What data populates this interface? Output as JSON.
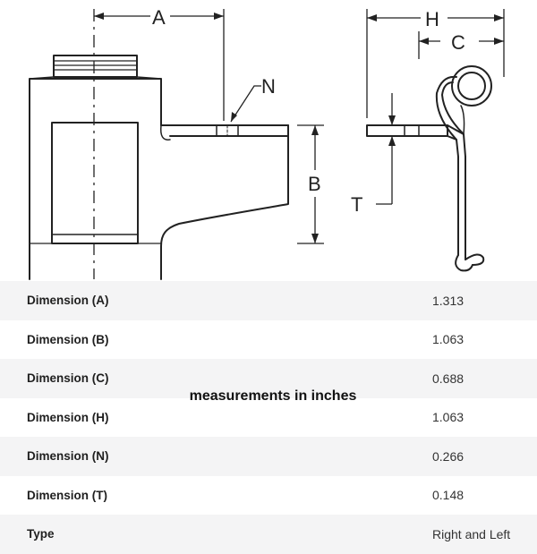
{
  "drawing": {
    "labels": [
      "A",
      "N",
      "B",
      "H",
      "C",
      "T"
    ]
  },
  "note": "measurements in inches",
  "rows": [
    {
      "label": "Dimension (A)",
      "value": "1.313"
    },
    {
      "label": "Dimension (B)",
      "value": "1.063"
    },
    {
      "label": "Dimension (C)",
      "value": "0.688"
    },
    {
      "label": "Dimension (H)",
      "value": "1.063"
    },
    {
      "label": "Dimension (N)",
      "value": "0.266"
    },
    {
      "label": "Dimension (T)",
      "value": "0.148"
    },
    {
      "label": "Type",
      "value": "Right and Left"
    }
  ]
}
